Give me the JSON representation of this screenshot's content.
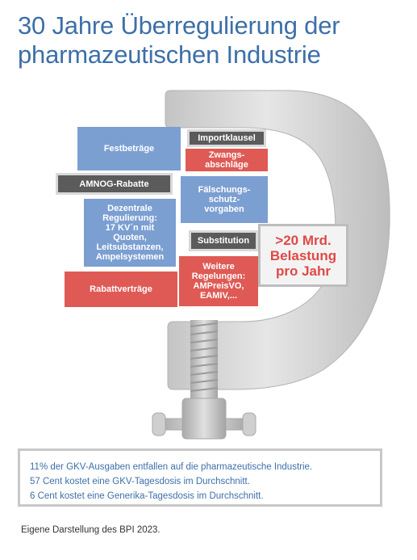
{
  "title": {
    "line1": "30 Jahre Überregulierung der",
    "line2": "pharmazeutischen Industrie"
  },
  "boxes": {
    "festbetraege": "Festbeträge",
    "importklausel": "Importklausel",
    "zwangsabschlaege": "Zwangs-\nabschläge",
    "amnog": "AMNOG-Rabatte",
    "faelschung": "Fälschungs-\nschutz-\nvorgaben",
    "dezentrale": "Dezentrale\nRegulierung:\n17 KV´n mit\nQuoten,\nLeitsubstanzen,\nAmpelsystemen",
    "substitution": "Substitution",
    "rabattvertraege": "Rabattverträge",
    "weitere": "Weitere\nRegelungen:\nAMPreisVO,\nEAMIV,..."
  },
  "callout": {
    "text": ">20 Mrd.\nBelastung\npro Jahr"
  },
  "info": {
    "line1": "11% der GKV-Ausgaben entfallen auf die pharmazeutische Industrie.",
    "line2": "57 Cent kostet eine GKV-Tagesdosis im Durchschnitt.",
    "line3": "6 Cent kostet eine Generika-Tagesdosis im Durchschnitt."
  },
  "source": "Eigene Darstellung des BPI 2023.",
  "colors": {
    "title": "#3d6fa8",
    "blue_box": "#7c9fd2",
    "red_box": "#df5a55",
    "dark_box": "#5b5b5b",
    "clamp": "#d2d2d2"
  }
}
